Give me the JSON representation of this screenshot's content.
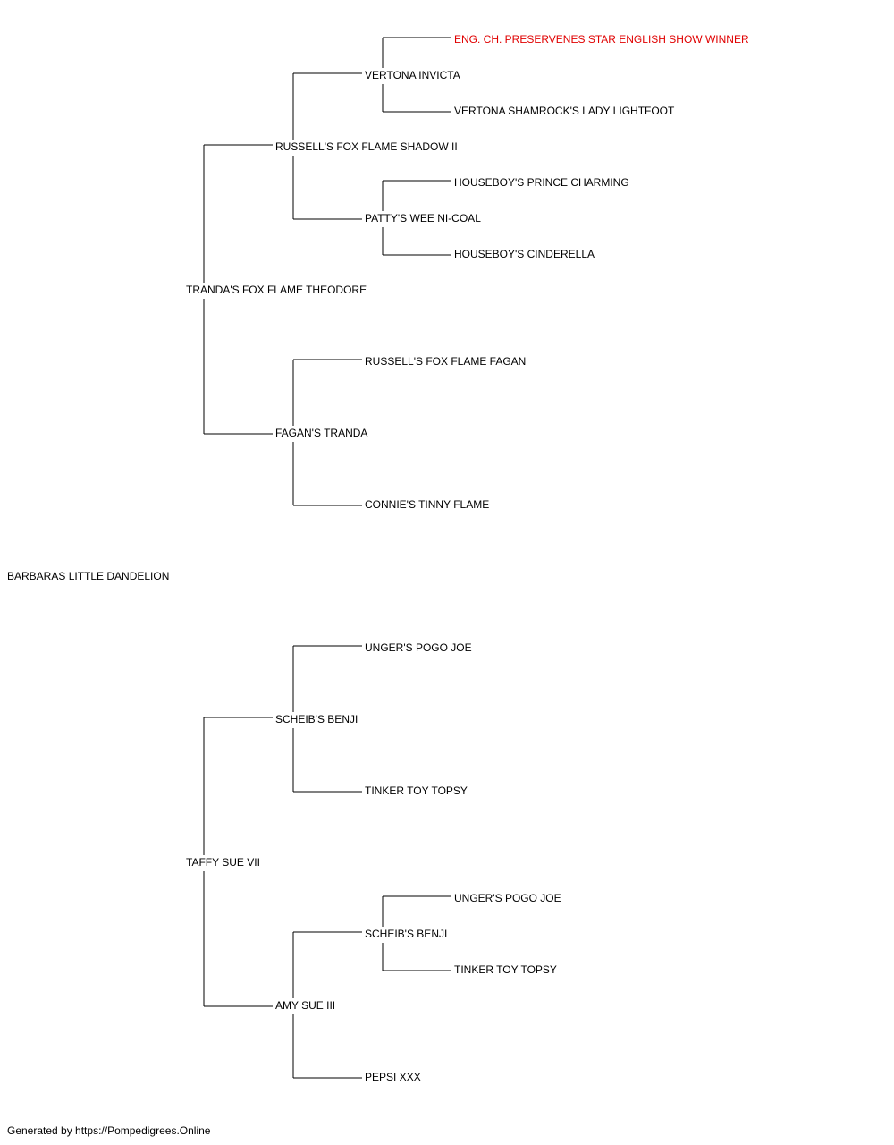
{
  "subject": {
    "name": "BARBARAS LITTLE DANDELION"
  },
  "sire": {
    "name": "TRANDA'S FOX FLAME THEODORE",
    "sire": {
      "name": "RUSSELL'S FOX FLAME SHADOW II",
      "sire": {
        "name": "VERTONA INVICTA",
        "sire": {
          "name": "ENG. CH. PRESERVENES STAR ENGLISH SHOW WINNER",
          "highlight": true
        },
        "dam": {
          "name": "VERTONA SHAMROCK'S LADY LIGHTFOOT"
        }
      },
      "dam": {
        "name": "PATTY'S WEE NI-COAL",
        "sire": {
          "name": "HOUSEBOY'S PRINCE CHARMING"
        },
        "dam": {
          "name": "HOUSEBOY'S CINDERELLA"
        }
      }
    },
    "dam": {
      "name": "FAGAN'S TRANDA",
      "sire": {
        "name": "RUSSELL'S FOX FLAME FAGAN"
      },
      "dam": {
        "name": "CONNIE'S TINNY FLAME"
      }
    }
  },
  "dam": {
    "name": "TAFFY SUE VII",
    "sire": {
      "name": "SCHEIB'S BENJI",
      "sire": {
        "name": "UNGER'S POGO JOE"
      },
      "dam": {
        "name": "TINKER TOY TOPSY"
      }
    },
    "dam": {
      "name": "AMY SUE III",
      "sire": {
        "name": "SCHEIB'S BENJI",
        "sire": {
          "name": "UNGER'S POGO JOE"
        },
        "dam": {
          "name": "TINKER TOY TOPSY"
        }
      },
      "dam": {
        "name": "PEPSI XXX"
      }
    }
  },
  "highlight_color": "#e00000",
  "footer": "Generated by https://Pompedigrees.Online"
}
